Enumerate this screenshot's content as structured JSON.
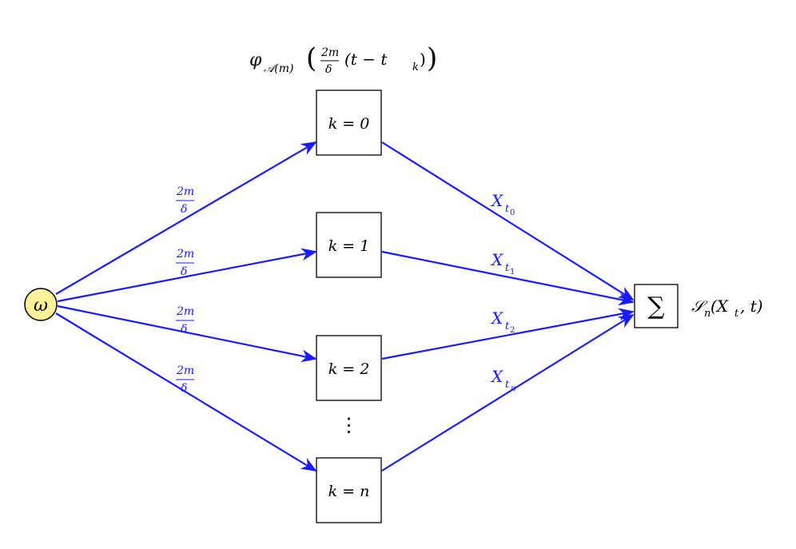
{
  "diagram": {
    "header_formula": {
      "phi": "φ",
      "phi_sub": "𝒜(m)",
      "frac_num": "2m",
      "frac_den": "δ",
      "arg": "(t − t",
      "arg_sub": "k",
      "arg_close": ")"
    },
    "input_node": {
      "label": "ω"
    },
    "blocks": [
      {
        "label": "k = 0"
      },
      {
        "label": "k = 1"
      },
      {
        "label": "k = 2"
      },
      {
        "label": "k = n"
      }
    ],
    "vdots": "⋮",
    "sum_node": {
      "symbol": "∑"
    },
    "output_label": {
      "script_s": "𝒮",
      "sub": "n",
      "rest": "(X",
      "rest_sub": "t",
      "rest_end": ", t)"
    },
    "in_edge_labels": [
      {
        "num": "2m",
        "den": "δ"
      },
      {
        "num": "2m",
        "den": "δ"
      },
      {
        "num": "2m",
        "den": "δ"
      },
      {
        "num": "2m",
        "den": "δ"
      }
    ],
    "out_edge_labels": [
      {
        "base": "X",
        "sub": "t",
        "subsub": "0"
      },
      {
        "base": "X",
        "sub": "t",
        "subsub": "1"
      },
      {
        "base": "X",
        "sub": "t",
        "subsub": "2"
      },
      {
        "base": "X",
        "sub": "t",
        "subsub": "n"
      }
    ],
    "colors": {
      "edge": "#1a1aff",
      "input_fill": "#fff29a",
      "input_stroke": "#000000"
    }
  }
}
